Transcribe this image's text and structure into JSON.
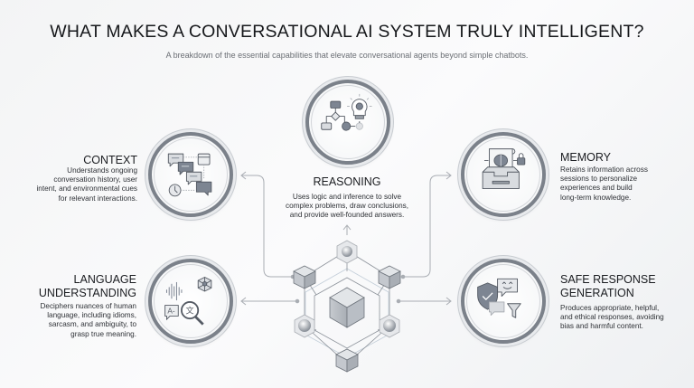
{
  "header": {
    "title": "WHAT MAKES A CONVERSATIONAL AI SYSTEM TRULY INTELLIGENT?",
    "subtitle": "A breakdown of the essential capabilities that elevate conversational agents beyond simple chatbots."
  },
  "capabilities": [
    {
      "id": "context",
      "title": "CONTEXT",
      "description_lines": [
        "Understands ongoing",
        "conversation history, user",
        "intent, and environmental cues",
        "for relevant interactions."
      ],
      "icon": "chat-bubbles-calendar-clock-icon"
    },
    {
      "id": "reasoning",
      "title": "REASONING",
      "description_lines": [
        "Uses logic and inference to solve",
        "complex problems, draw conclusions,",
        "and provide well-founded answers."
      ],
      "icon": "flowchart-lightbulb-icon"
    },
    {
      "id": "memory",
      "title": "MEMORY",
      "description_lines": [
        "Retains information across",
        "sessions to personalize",
        "experiences and build",
        "long-term knowledge."
      ],
      "icon": "brain-document-lock-icon"
    },
    {
      "id": "language",
      "title_lines": [
        "LANGUAGE",
        "UNDERSTANDING"
      ],
      "description_lines": [
        "Deciphers nuances of human",
        "language, including idioms,",
        "sarcasm, and ambiguity, to",
        "grasp true meaning."
      ],
      "icon": "waveform-network-translate-icon"
    },
    {
      "id": "safe",
      "title_lines": [
        "SAFE RESPONSE",
        "GENERATION"
      ],
      "description_lines": [
        "Produces appropriate, helpful,",
        "and ethical responses, avoiding",
        "bias and harmful content."
      ],
      "icon": "shield-check-filter-icon"
    }
  ],
  "center": {
    "icon": "cube-network-hub-icon"
  },
  "colors": {
    "ring": "#7b818a",
    "icon_dark": "#7d8592",
    "icon_light": "#d9dce0",
    "connector": "#a9adb3",
    "text": "#1a1c20"
  }
}
